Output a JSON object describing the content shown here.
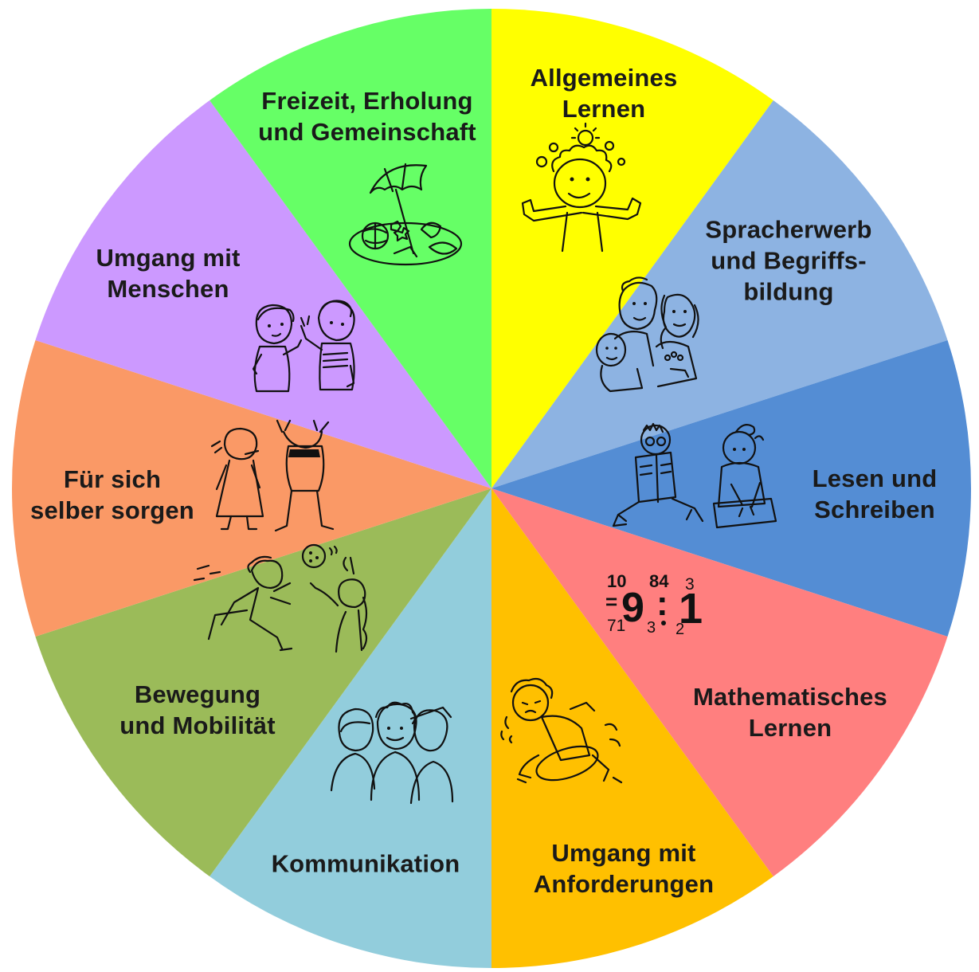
{
  "wheel": {
    "segments": [
      {
        "id": "allgemeines-lernen",
        "lines": [
          "Allgemeines",
          "Lernen"
        ],
        "color": "#ffff00",
        "icon": "thinking-child-icon"
      },
      {
        "id": "spracherwerb",
        "lines": [
          "Spracherwerb",
          "und Begriffs-",
          "bildung"
        ],
        "color": "#8db3e2",
        "icon": "family-icon"
      },
      {
        "id": "lesen-schreiben",
        "lines": [
          "Lesen und",
          "Schreiben"
        ],
        "color": "#548dd4",
        "icon": "reading-writing-children-icon"
      },
      {
        "id": "mathematisches-lernen",
        "lines": [
          "Mathematisches",
          "Lernen"
        ],
        "color": "#ff7f7f",
        "icon": "numbers-icon"
      },
      {
        "id": "umgang-anforderungen",
        "lines": [
          "Umgang mit",
          "Anforderungen"
        ],
        "color": "#ffc000",
        "icon": "straining-child-icon"
      },
      {
        "id": "kommunikation",
        "lines": [
          "Kommunikation"
        ],
        "color": "#92cddc",
        "icon": "group-talking-icon"
      },
      {
        "id": "bewegung-mobilitaet",
        "lines": [
          "Bewegung",
          "und Mobilität"
        ],
        "color": "#9bbb59",
        "icon": "running-ball-icon"
      },
      {
        "id": "fuer-sich-sorgen",
        "lines": [
          "Für sich",
          "selber sorgen"
        ],
        "color": "#fa9966",
        "icon": "dressing-children-icon"
      },
      {
        "id": "umgang-menschen",
        "lines": [
          "Umgang mit",
          "Menschen"
        ],
        "color": "#cc99ff",
        "icon": "two-children-talking-icon"
      },
      {
        "id": "freizeit",
        "lines": [
          "Freizeit, Erholung",
          "und Gemeinschaft"
        ],
        "color": "#66ff66",
        "icon": "beach-umbrella-icon"
      }
    ],
    "math_glyphs": {
      "big": [
        "9",
        ":",
        "1"
      ],
      "small": [
        "10",
        "84",
        "3",
        "=",
        "71",
        "3",
        "2"
      ]
    }
  }
}
